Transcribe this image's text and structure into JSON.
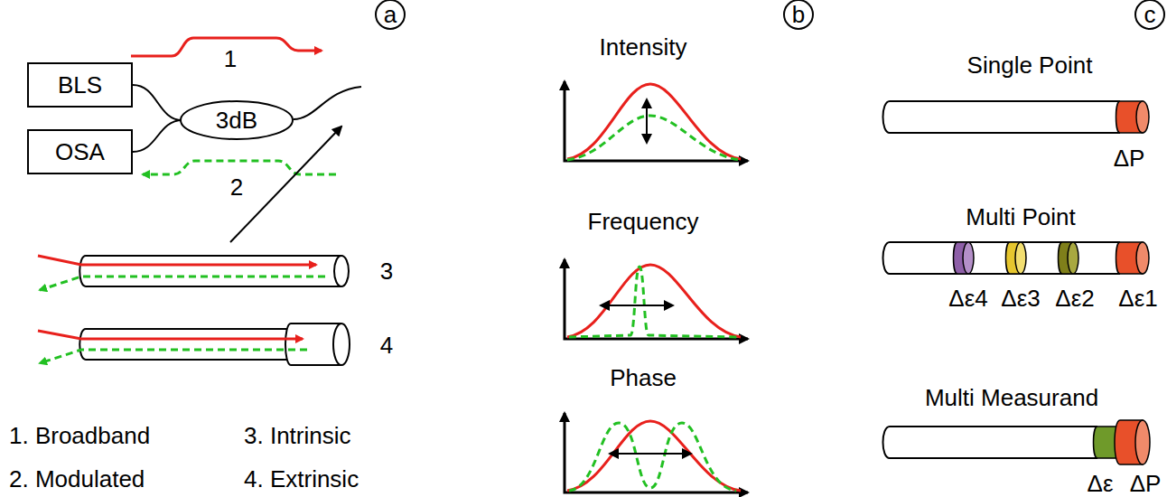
{
  "diagram": {
    "nodes": [
      {
        "text": [
          "BLS"
        ]
      },
      {
        "text": [
          "3dB"
        ]
      },
      {
        "text": [
          "OSA"
        ]
      },
      {
        "text": [
          "a"
        ]
      },
      {
        "text": [
          "b"
        ]
      },
      {
        "text": [
          "c"
        ]
      }
    ],
    "edges": [
      {
        "from": 0,
        "to": 1,
        "arrow": "none"
      },
      {
        "from": 2,
        "to": 1,
        "arrow": "none"
      }
    ],
    "labels": [
      "1",
      "2",
      "3",
      "4",
      "1. Broadband",
      "2. Modulated",
      "3. Intrinsic",
      "4. Extrinsic",
      "Intensity",
      "Frequency",
      "Phase",
      "Single Point",
      "ΔP",
      "Multi Point",
      "Δε4",
      "Δε3",
      "Δε2",
      "Δε1",
      "Multi Measurand",
      "Δε",
      "ΔP"
    ]
  }
}
